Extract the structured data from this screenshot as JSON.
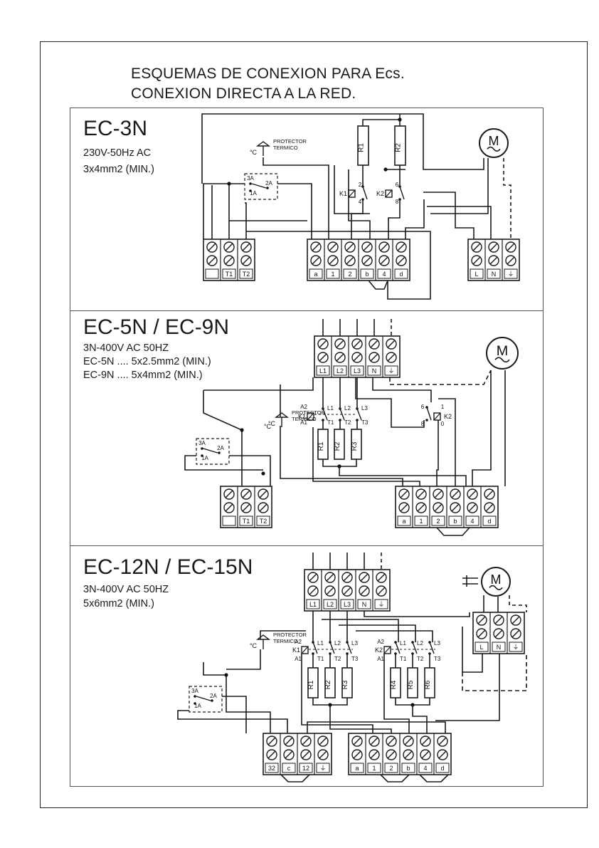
{
  "header": {
    "line1": "ESQUEMAS DE CONEXION PARA Ecs.",
    "line2": "CONEXION DIRECTA A LA RED."
  },
  "panels": [
    {
      "title": "EC-3N",
      "specs": [
        "230V-50Hz AC",
        "3x4mm2 (MIN.)"
      ],
      "protector": [
        "PROTECTOR",
        "TERMICO"
      ],
      "thermostat": [
        "3A",
        "2A",
        "1A"
      ],
      "resistors": [
        "R1",
        "R2"
      ],
      "relays": [
        "K1",
        "K2"
      ],
      "contacts": [
        "2",
        "4",
        "6",
        "8"
      ],
      "blocks": [
        [
          "",
          "T1",
          "T2"
        ],
        [
          "a",
          "1",
          "2",
          "b",
          "4",
          "d"
        ],
        [
          "L",
          "N",
          "⏚"
        ]
      ],
      "motor": "M"
    },
    {
      "title": "EC-5N / EC-9N",
      "specs": [
        "3N-400V AC 50HZ",
        "EC-5N .... 5x2.5mm2 (MIN.)",
        "EC-9N .... 5x4mm2   (MIN.)"
      ],
      "protector": [
        "PROTECTOR",
        "TERMICO"
      ],
      "thermostat": [
        "3A",
        "2A",
        "1A"
      ],
      "resistors": [
        "R1",
        "R2",
        "R3"
      ],
      "relays": [
        "K1",
        "K2"
      ],
      "coil": [
        "A2",
        "A1"
      ],
      "phases": [
        "L1",
        "L2",
        "L3"
      ],
      "outputs": [
        "T1",
        "T2",
        "T3"
      ],
      "contacts": [
        "6",
        "1",
        "8",
        "0"
      ],
      "supply": [
        "L1",
        "L2",
        "L3",
        "N",
        "⏚"
      ],
      "blocks": [
        [
          "",
          "T1",
          "T2"
        ],
        [
          "a",
          "1",
          "2",
          "b",
          "4",
          "d"
        ]
      ],
      "motor": "M"
    },
    {
      "title": "EC-12N / EC-15N",
      "specs": [
        "3N-400V AC 50HZ",
        "5x6mm2 (MIN.)"
      ],
      "protector": [
        "PROTECTOR",
        "TERMICO"
      ],
      "thermostat": [
        "3A",
        "2A",
        "1A"
      ],
      "resistors": [
        "R1",
        "R2",
        "R3",
        "R4",
        "R5",
        "R6"
      ],
      "relays": [
        "K1",
        "K2"
      ],
      "coil": [
        "A2",
        "A1"
      ],
      "phases": [
        "L1",
        "L2",
        "L3"
      ],
      "outputs": [
        "T1",
        "T2",
        "T3"
      ],
      "supply": [
        "L1",
        "L2",
        "L3",
        "N",
        "⏚"
      ],
      "blocks": [
        [
          "32",
          "c",
          "12",
          "⏚"
        ],
        [
          "a",
          "1",
          "2",
          "b",
          "4",
          "d"
        ],
        [
          "L",
          "N",
          "⏚"
        ]
      ],
      "motor": "M"
    }
  ],
  "units": {
    "temperature": "°C"
  }
}
